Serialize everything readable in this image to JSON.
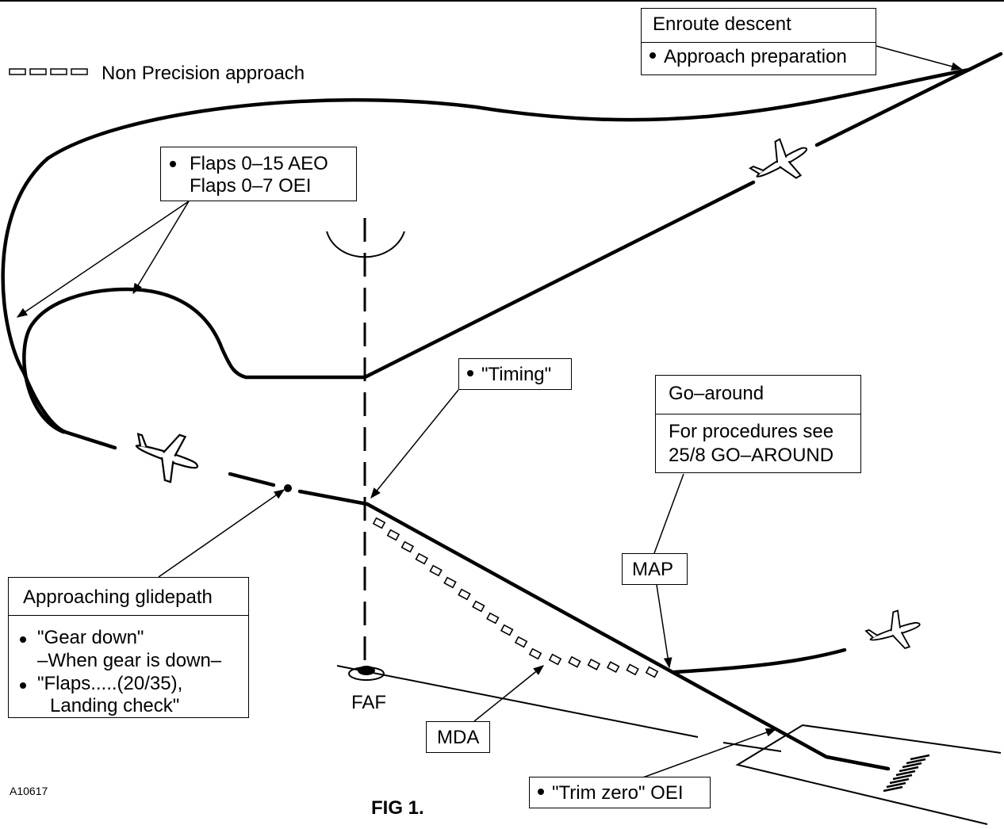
{
  "legend": {
    "label": "Non Precision approach"
  },
  "enroute": {
    "title": "Enroute descent",
    "item": "Approach preparation"
  },
  "flaps": {
    "line1": "Flaps 0–15 AEO",
    "line2": "Flaps 0–7  OEI"
  },
  "timing": {
    "label": "\"Timing\""
  },
  "goaround": {
    "title": "Go–around",
    "line1": "For procedures see",
    "line2": "25/8 GO–AROUND"
  },
  "map": {
    "label": "MAP"
  },
  "glidepath": {
    "title": "Approaching glidepath",
    "item1": "\"Gear down\"",
    "item1_sub": "–When gear is down–",
    "item2": "\"Flaps.....(20/35),",
    "item2_sub": "Landing check\""
  },
  "faf": {
    "label": "FAF"
  },
  "mda": {
    "label": "MDA"
  },
  "trim": {
    "label": "\"Trim zero\" OEI"
  },
  "figure": {
    "code": "A10617",
    "caption": "FIG 1."
  },
  "icons": [
    "airplane-icon",
    "bullet-icon"
  ]
}
